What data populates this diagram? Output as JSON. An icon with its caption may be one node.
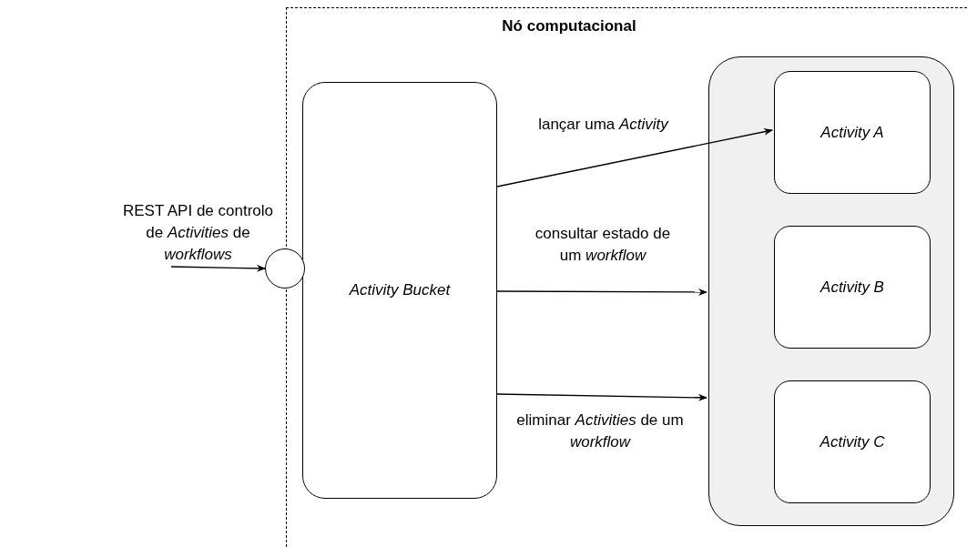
{
  "diagram": {
    "nodes": [
      {
        "text": [
          "Nó computacional"
        ]
      },
      {
        "text": [],
        "shape": "circle"
      },
      {
        "text": [
          "Activity Bucket"
        ],
        "in": 0
      },
      {
        "text": [],
        "shape": "box",
        "in": 0
      },
      {
        "text": [
          "Activity A"
        ],
        "in": 3
      },
      {
        "text": [
          "Activity B"
        ],
        "in": 3
      },
      {
        "text": [
          "Activity C"
        ],
        "in": 3
      }
    ],
    "edges": [
      {
        "from": null,
        "to": 1,
        "arrow": "to",
        "label": "REST API de controlo de *Activities* de *workflows*"
      },
      {
        "from": 2,
        "to": 4,
        "arrow": "to",
        "label": "lançar uma *Activity*"
      },
      {
        "from": 2,
        "to": 3,
        "arrow": "to",
        "label": "consultar estado de um *workflow*"
      },
      {
        "from": 2,
        "to": 3,
        "arrow": "to",
        "label": "eliminar *Activities* de um *workflow*"
      }
    ]
  }
}
